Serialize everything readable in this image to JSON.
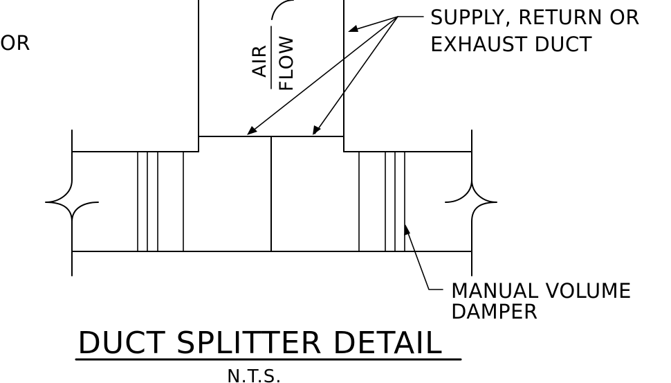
{
  "labels": {
    "left_fragment": "OR",
    "supply_line1": "SUPPLY, RETURN OR",
    "supply_line2": "EXHAUST DUCT",
    "air": "AIR",
    "flow": "FLOW",
    "damper_line1": "MANUAL VOLUME",
    "damper_line2": "DAMPER"
  },
  "title": {
    "main": "DUCT SPLITTER DETAIL",
    "scale": "N.T.S."
  }
}
